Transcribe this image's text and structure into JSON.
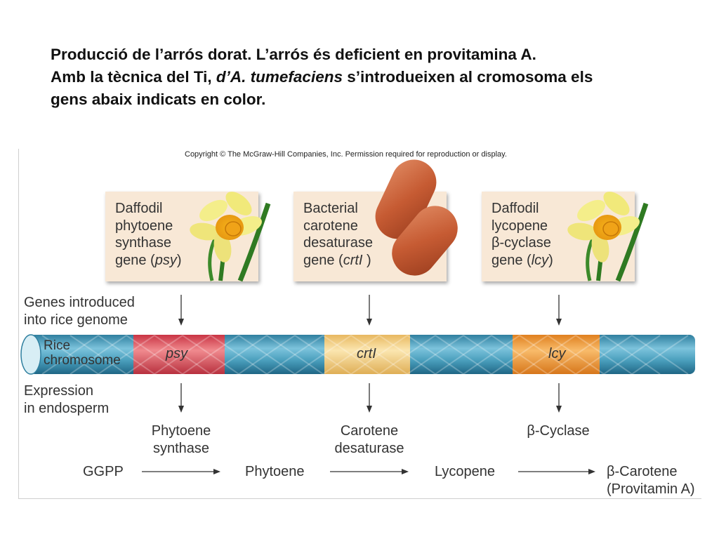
{
  "title": {
    "line1": "Producció de l’arrós dorat. L’arrós és deficient en provitamina A.",
    "line2_a": "Amb la tècnica del Ti, ",
    "line2_b": "d’A. tumefaciens",
    "line2_c": " s’introdueixen al cromosoma els",
    "line3": "gens abaix indicats en color."
  },
  "copyright": "Copyright © The McGraw-Hill Companies, Inc. Permission required for reproduction or display.",
  "cards": [
    {
      "l1": "Daffodil",
      "l2": "phytoene",
      "l3": "synthase",
      "l4a": "gene (",
      "l4b": "psy",
      "l4c": ")"
    },
    {
      "l1": "Bacterial",
      "l2": "carotene",
      "l3": "desaturase",
      "l4a": "gene (",
      "l4b": "crtI",
      "l4c": " )"
    },
    {
      "l1": "Daffodil",
      "l2": "lycopene",
      "l3": "β-cyclase",
      "l4a": "gene (",
      "l4b": "lcy",
      "l4c": ")"
    }
  ],
  "labels": {
    "genes_introduced_1": "Genes introduced",
    "genes_introduced_2": "into rice genome",
    "rice_1": "Rice",
    "rice_2": "chromosome",
    "expression_1": "Expression",
    "expression_2": "in endosperm"
  },
  "genes": [
    "psy",
    "crtI",
    "lcy"
  ],
  "enzymes": [
    {
      "l1": "Phytoene",
      "l2": "synthase"
    },
    {
      "l1": "Carotene",
      "l2": "desaturase"
    },
    {
      "l1": "β-Cyclase",
      "l2": ""
    }
  ],
  "pathway": [
    "GGPP",
    "Phytoene",
    "Lycopene",
    "β-Carotene",
    "(Provitamin A)"
  ],
  "colors": {
    "chromosome": "#3d8fae",
    "psy": "#d9444f",
    "crtI": "#f3cc78",
    "lcy": "#ef922e",
    "card_bg": "#f8e8d6",
    "capsule": "#c45a30"
  }
}
